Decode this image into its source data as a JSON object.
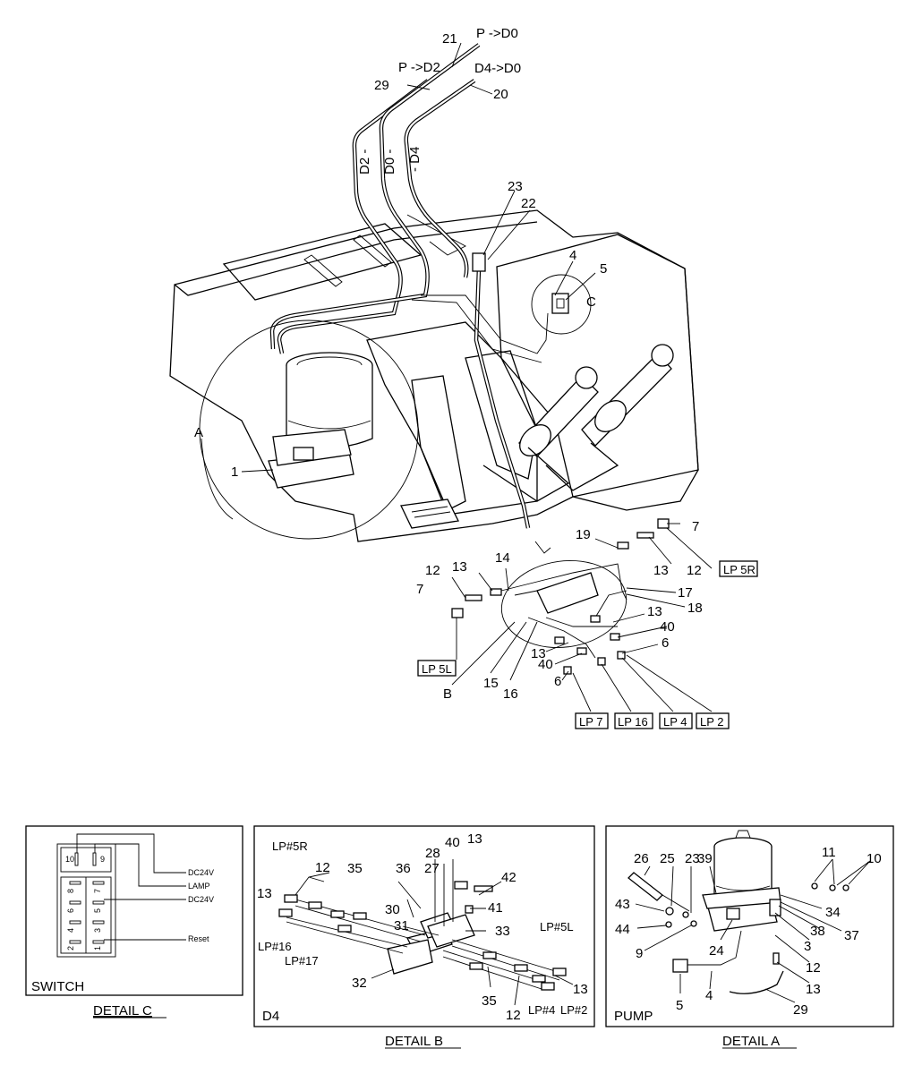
{
  "main_view": {
    "route_labels": [
      "P ->D0",
      "P ->D2",
      "D4->D0"
    ],
    "pipe_labels": [
      "D2 -",
      "D0 -",
      "- D4"
    ],
    "callouts": [
      "21",
      "29",
      "20",
      "23",
      "22",
      "4",
      "5",
      "C",
      "A",
      "1",
      "7",
      "19",
      "12",
      "13",
      "14",
      "12",
      "13",
      "7",
      "17",
      "18",
      "13",
      "40",
      "6",
      "13",
      "40",
      "6",
      "B",
      "15",
      "16"
    ],
    "box_labels": [
      "LP 5R",
      "LP 5L",
      "LP 7",
      "LP 16",
      "LP 4",
      "LP 2"
    ]
  },
  "detail_c": {
    "caption": "DETAIL C",
    "name": "SWITCH",
    "terminals": [
      "10",
      "9",
      "8",
      "7",
      "6",
      "5",
      "4",
      "3",
      "2",
      "1"
    ],
    "wire_labels": [
      "DC24V",
      "LAMP",
      "DC24V",
      "Reset"
    ]
  },
  "detail_b": {
    "caption": "DETAIL B",
    "name": "D4",
    "port_labels": [
      "LP#5R",
      "LP#16",
      "LP#17",
      "LP#5L",
      "LP#4",
      "LP#2"
    ],
    "callouts": [
      "28",
      "40",
      "13",
      "12",
      "35",
      "36",
      "27",
      "42",
      "13",
      "30",
      "41",
      "31",
      "33",
      "32",
      "35",
      "12",
      "13"
    ]
  },
  "detail_a": {
    "caption": "DETAIL A",
    "name": "PUMP",
    "callouts": [
      "26",
      "25",
      "23",
      "39",
      "11",
      "10",
      "43",
      "34",
      "44",
      "38",
      "37",
      "9",
      "24",
      "3",
      "12",
      "13",
      "5",
      "4",
      "29"
    ]
  }
}
